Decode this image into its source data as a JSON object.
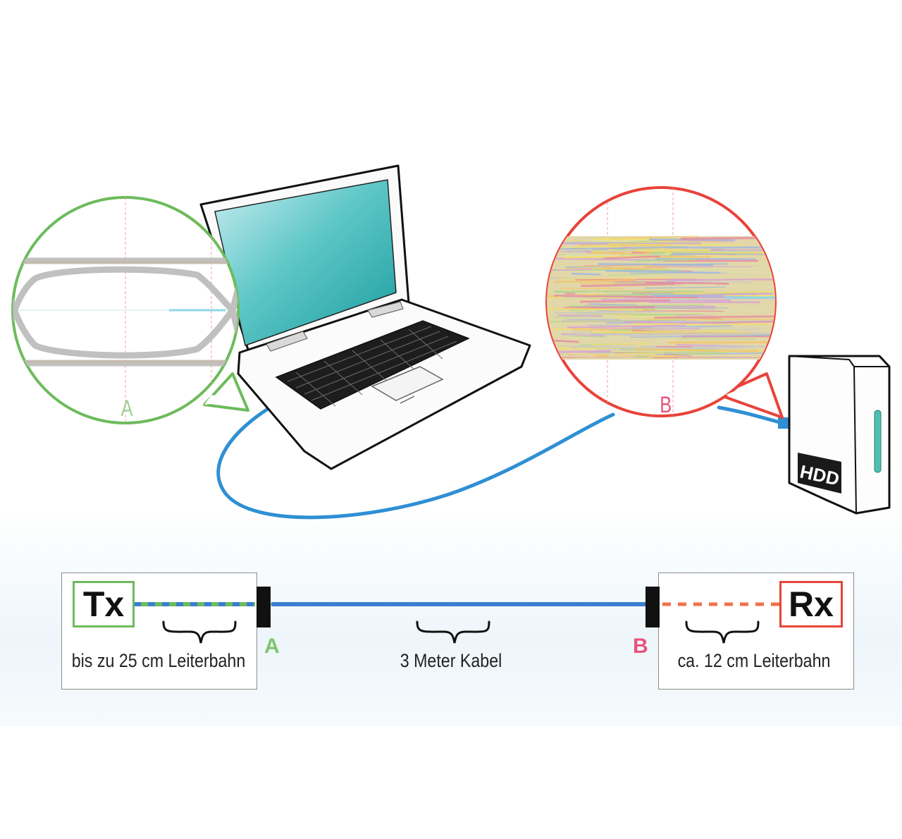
{
  "colors": {
    "green": "#6dbb5c",
    "red": "#e8433a",
    "cable_blue": "#2f8fd4",
    "link_blue": "#3a7fd0",
    "pink_label": "#e8527a"
  },
  "bubble_a": {
    "label": "A"
  },
  "bubble_b": {
    "label": "B"
  },
  "device": {
    "hdd_label": "HDD"
  },
  "schematic": {
    "tx_label": "Tx",
    "rx_label": "Rx",
    "point_a": "A",
    "point_b": "B",
    "caption_left": "bis zu 25 cm Leiterbahn",
    "caption_middle": "3 Meter Kabel",
    "caption_right": "ca. 12 cm Leiterbahn"
  }
}
